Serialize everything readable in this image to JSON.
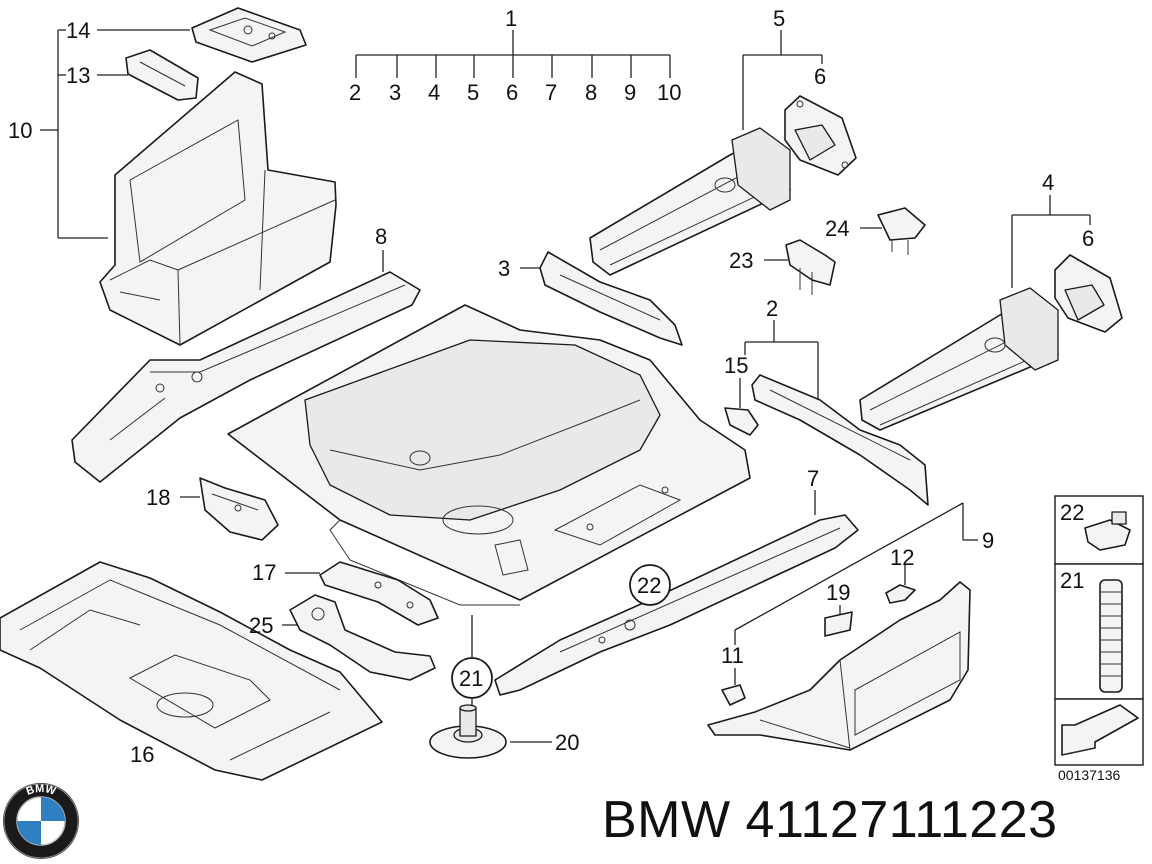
{
  "callouts": [
    {
      "id": "c1",
      "label": "1"
    },
    {
      "id": "c2a",
      "label": "2"
    },
    {
      "id": "c3a",
      "label": "3"
    },
    {
      "id": "c4a",
      "label": "4"
    },
    {
      "id": "c5a",
      "label": "5"
    },
    {
      "id": "c6a",
      "label": "6"
    },
    {
      "id": "c7a",
      "label": "7"
    },
    {
      "id": "c8a",
      "label": "8"
    },
    {
      "id": "c9a",
      "label": "9"
    },
    {
      "id": "c10a",
      "label": "10"
    },
    {
      "id": "c5",
      "label": "5"
    },
    {
      "id": "c6",
      "label": "6"
    },
    {
      "id": "c14",
      "label": "14"
    },
    {
      "id": "c13",
      "label": "13"
    },
    {
      "id": "c10",
      "label": "10"
    },
    {
      "id": "c8",
      "label": "8"
    },
    {
      "id": "c3",
      "label": "3"
    },
    {
      "id": "c24",
      "label": "24"
    },
    {
      "id": "c23",
      "label": "23"
    },
    {
      "id": "c4",
      "label": "4"
    },
    {
      "id": "c6b",
      "label": "6"
    },
    {
      "id": "c2",
      "label": "2"
    },
    {
      "id": "c15",
      "label": "15"
    },
    {
      "id": "c18",
      "label": "18"
    },
    {
      "id": "c7",
      "label": "7"
    },
    {
      "id": "c12",
      "label": "12"
    },
    {
      "id": "c9",
      "label": "9"
    },
    {
      "id": "c17",
      "label": "17"
    },
    {
      "id": "c22",
      "label": "22"
    },
    {
      "id": "c19",
      "label": "19"
    },
    {
      "id": "c25",
      "label": "25"
    },
    {
      "id": "c11",
      "label": "11"
    },
    {
      "id": "c21",
      "label": "21"
    },
    {
      "id": "c16",
      "label": "16"
    },
    {
      "id": "c20",
      "label": "20"
    },
    {
      "id": "c22i",
      "label": "22"
    },
    {
      "id": "c21i",
      "label": "21"
    }
  ],
  "ref_code": "00137136",
  "part_number": "BMW 41127111223",
  "logo": {
    "text": "BMW",
    "colors": {
      "ring": "#1a1a1a",
      "blue": "#2f7fc1",
      "white": "#ffffff"
    }
  }
}
